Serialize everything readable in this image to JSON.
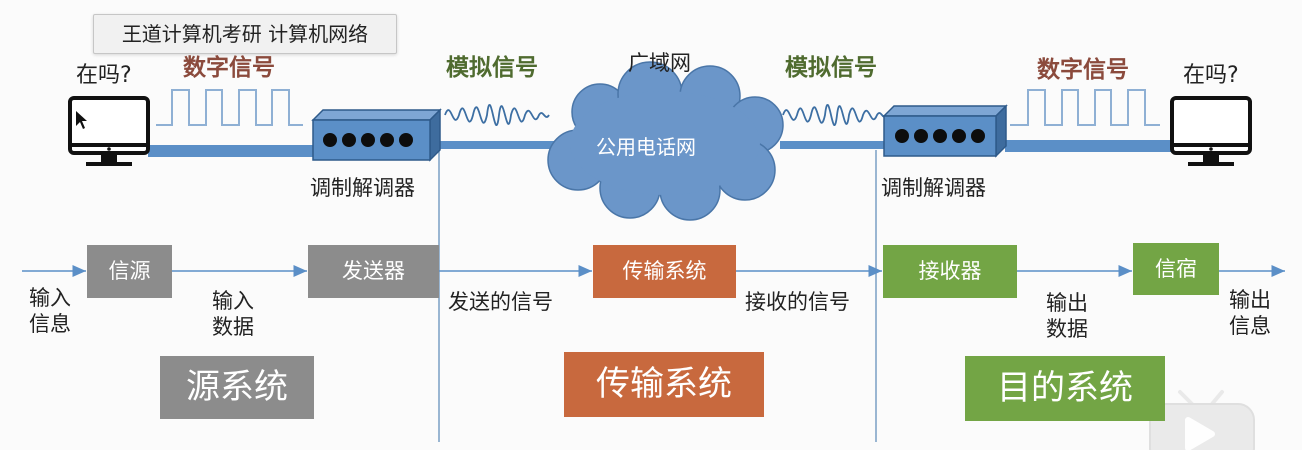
{
  "tooltip": "王道计算机考研 计算机网络",
  "top": {
    "left_question": "在吗?",
    "right_question": "在吗?",
    "left_digital": "数字信号",
    "right_digital": "数字信号",
    "left_analog": "模拟信号",
    "right_analog": "模拟信号",
    "wan": "广域网",
    "cloud": "公用电话网",
    "left_modem": "调制解调器",
    "right_modem": "调制解调器"
  },
  "flow": {
    "in_info": "输入\n信息",
    "in_data": "输入\n数据",
    "source": "信源",
    "transmitter": "发送器",
    "sent_signal": "发送的信号",
    "transmission": "传输系统",
    "received_signal": "接收的信号",
    "receiver": "接收器",
    "out_data": "输出\n数据",
    "sink": "信宿",
    "out_info": "输出\n信息"
  },
  "systems": {
    "source": "源系统",
    "transmission": "传输系统",
    "destination": "目的系统"
  },
  "colors": {
    "gray_box": "#8c8c8c",
    "orange_box": "#c8693e",
    "green_box": "#73a545",
    "blue": "#4f81bd",
    "cloud": "#6b96c9"
  }
}
